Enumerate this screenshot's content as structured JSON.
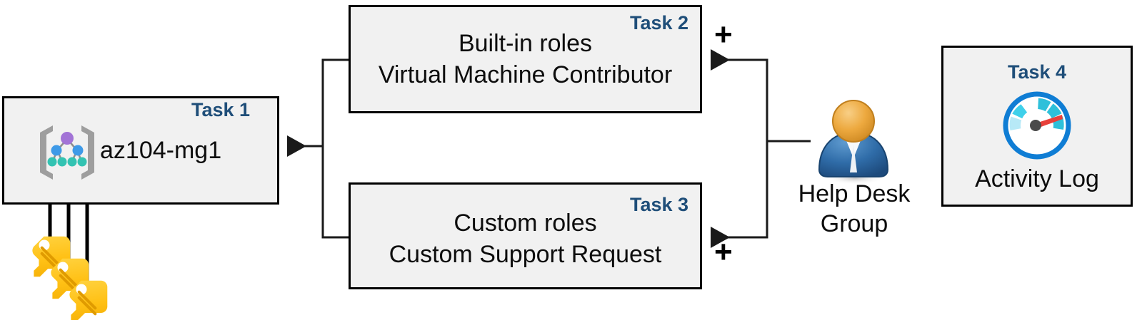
{
  "diagram": {
    "title": "Azure RBAC task diagram",
    "accent_color": "#1F4E79",
    "box_fill": "#F1F1F1",
    "box_border": "#000000"
  },
  "boxes": [
    {
      "id": "task1",
      "task_label": "Task 1",
      "text_line1": "az104-mg1",
      "text_line2": "",
      "icon": "management-group-icon"
    },
    {
      "id": "task2",
      "task_label": "Task 2",
      "text_line1": "Built-in roles",
      "text_line2": "Virtual Machine Contributor",
      "icon": ""
    },
    {
      "id": "task3",
      "task_label": "Task 3",
      "text_line1": "Custom roles",
      "text_line2": "Custom Support Request",
      "icon": ""
    },
    {
      "id": "task4",
      "task_label": "Task 4",
      "text_line1": "Activity Log",
      "text_line2": "",
      "icon": "activity-log-gauge-icon"
    }
  ],
  "persona": {
    "caption_line1": "Help Desk",
    "caption_line2": "Group",
    "icon": "user-group-icon"
  },
  "keys": {
    "icon": "keys-icon",
    "count": 3
  },
  "operators": {
    "plus_task2": "+",
    "plus_task3": "+"
  },
  "colors": {
    "task_label_blue": "#1F4E79",
    "key_yellow": "#FFC20E",
    "key_yellow_light": "#FFD74A",
    "gauge_ring_blue": "#0F7DD4",
    "gauge_needle_red": "#E8403A",
    "gauge_teal": "#2EC4D9",
    "gauge_cyan_light": "#9FE4F2",
    "persona_head": "#E8A33D",
    "persona_body": "#2E6CA4",
    "mg_bracket_gray": "#9E9E9E",
    "mg_node_purple": "#A濃"
  }
}
